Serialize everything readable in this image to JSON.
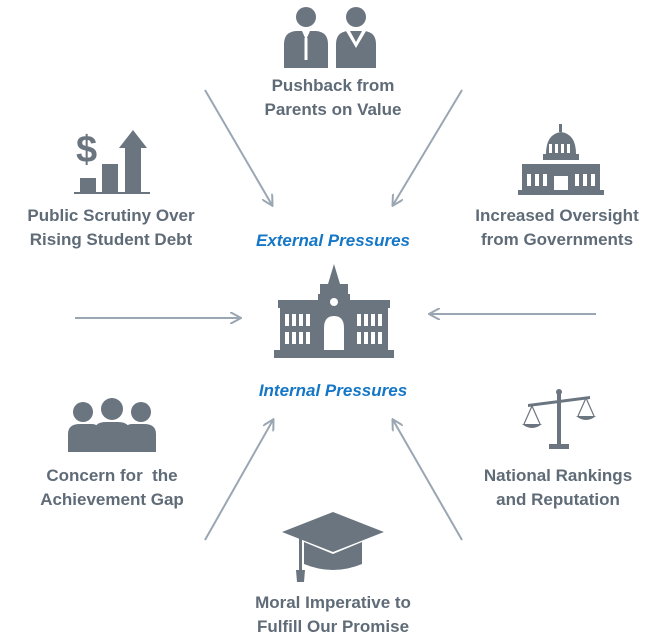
{
  "center": {
    "external_label": "External Pressures",
    "internal_label": "Internal Pressures"
  },
  "pressures": {
    "parents": {
      "line1": "Pushback from",
      "line2": "Parents on Value",
      "icon": "businesspeople-icon"
    },
    "debt": {
      "line1": "Public Scrutiny Over",
      "line2": "Rising Student Debt",
      "icon": "dollar-growth-chart-icon"
    },
    "government": {
      "line1": "Increased Oversight",
      "line2": "from Governments",
      "icon": "capitol-building-icon"
    },
    "achievement": {
      "line1": "Concern for  the",
      "line2": "Achievement Gap",
      "icon": "group-people-icon"
    },
    "rankings": {
      "line1": "National Rankings",
      "line2": "and Reputation",
      "icon": "balance-scale-icon"
    },
    "moral": {
      "line1": "Moral Imperative to",
      "line2": "Fulfill Our Promise",
      "icon": "graduation-cap-icon"
    }
  },
  "center_icon": "university-building-icon",
  "colors": {
    "text": "#5f6b77",
    "accent": "#1577c6",
    "icon": "#6b7580",
    "arrow": "#9aa6b2"
  }
}
